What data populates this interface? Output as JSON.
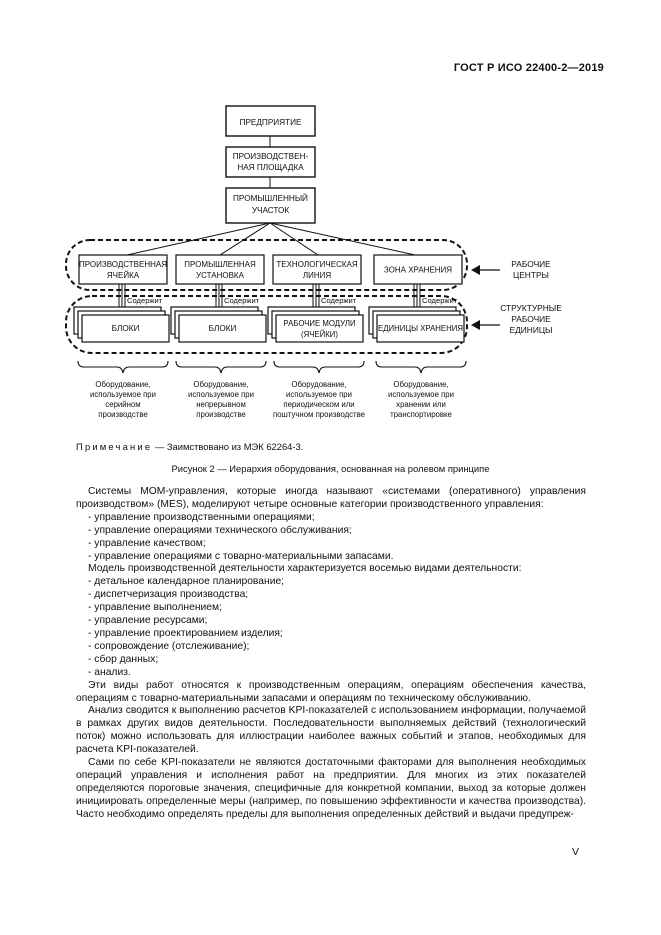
{
  "header": {
    "standard": "ГОСТ Р ИСО 22400-2—2019"
  },
  "diagram": {
    "top_levels": [
      [
        "ПРЕДПРИЯТИЕ"
      ],
      [
        "ПРОИЗВОДСТВЕН-",
        "НАЯ ПЛОЩАДКА"
      ],
      [
        "ПРОМЫШЛЕННЫЙ",
        "УЧАСТОК"
      ]
    ],
    "work_centers": [
      [
        "ПРОИЗВОДСТВЕННАЯ",
        "ЯЧЕЙКА"
      ],
      [
        "ПРОМЫШЛЕННАЯ",
        "УСТАНОВКА"
      ],
      [
        "ТЕХНОЛОГИЧЕСКАЯ",
        "ЛИНИЯ"
      ],
      [
        "ЗОНА ХРАНЕНИЯ"
      ]
    ],
    "contains_label": "Содержит",
    "units": [
      [
        "БЛОКИ"
      ],
      [
        "БЛОКИ"
      ],
      [
        "РАБОЧИЕ МОДУЛИ",
        "(ЯЧЕЙКИ)"
      ],
      [
        "ЕДИНИЦЫ ХРАНЕНИЯ"
      ]
    ],
    "side_labels": {
      "work_centers": [
        "РАБОЧИЕ",
        "ЦЕНТРЫ"
      ],
      "structural_units": [
        "СТРУКТУРНЫЕ",
        "РАБОЧИЕ",
        "ЕДИНИЦЫ"
      ]
    },
    "equipment": [
      [
        "Оборудование,",
        "используемое при",
        "серийном",
        "производстве"
      ],
      [
        "Оборудование,",
        "используемое при",
        "непрерывном",
        "производстве"
      ],
      [
        "Оборудование,",
        "используемое при",
        "периодическом или",
        "поштучном производстве"
      ],
      [
        "Оборудование,",
        "используемое при",
        "хранении или",
        "транспортировке"
      ]
    ]
  },
  "note": {
    "label": "Примечание",
    "text": " — Заимствовано из МЭК 62264-3."
  },
  "caption": "Рисунок 2 — Иерархия оборудования, основанная на ролевом принципе",
  "body": {
    "p1": "Системы МОМ-управления, которые иногда называют «системами (оперативного) управления производством» (MES), моделируют четыре основные категории производственного управления:",
    "list1": [
      "управление производственными операциями;",
      "управление операциями технического обслуживания;",
      "управление качеством;",
      "управление операциями с товарно-материальными запасами."
    ],
    "p2": "Модель производственной деятельности характеризуется восемью видами деятельности:",
    "list2": [
      "детальное календарное планирование;",
      "диспетчеризация производства;",
      "управление выполнением;",
      "управление ресурсами;",
      "управление проектированием изделия;",
      "сопровождение (отслеживание);",
      "сбор данных;",
      "анализ."
    ],
    "p3": "Эти виды работ относятся к производственным операциям, операциям обеспечения качества, операциям с товарно-материальными запасами и операциям по техническому обслуживанию.",
    "p4": "Анализ сводится к выполнению расчетов KPI-показателей с использованием информации, получаемой в рамках других видов деятельности. Последовательности выполняемых действий (технологический поток) можно использовать для иллюстрации наиболее важных событий и этапов, необходимых для расчета KPI-показателей.",
    "p5": "Сами по себе KPI-показатели не являются достаточными факторами для выполнения необходимых операций управления и исполнения работ на предприятии. Для многих из этих показателей определяются пороговые значения, специфичные для конкретной компании, выход за которые должен инициировать определенные меры (например, по повышению эффективности и качества производства). Часто необходимо определять пределы для выполнения определенных действий и выдачи предупреж-"
  },
  "page_number": "V"
}
